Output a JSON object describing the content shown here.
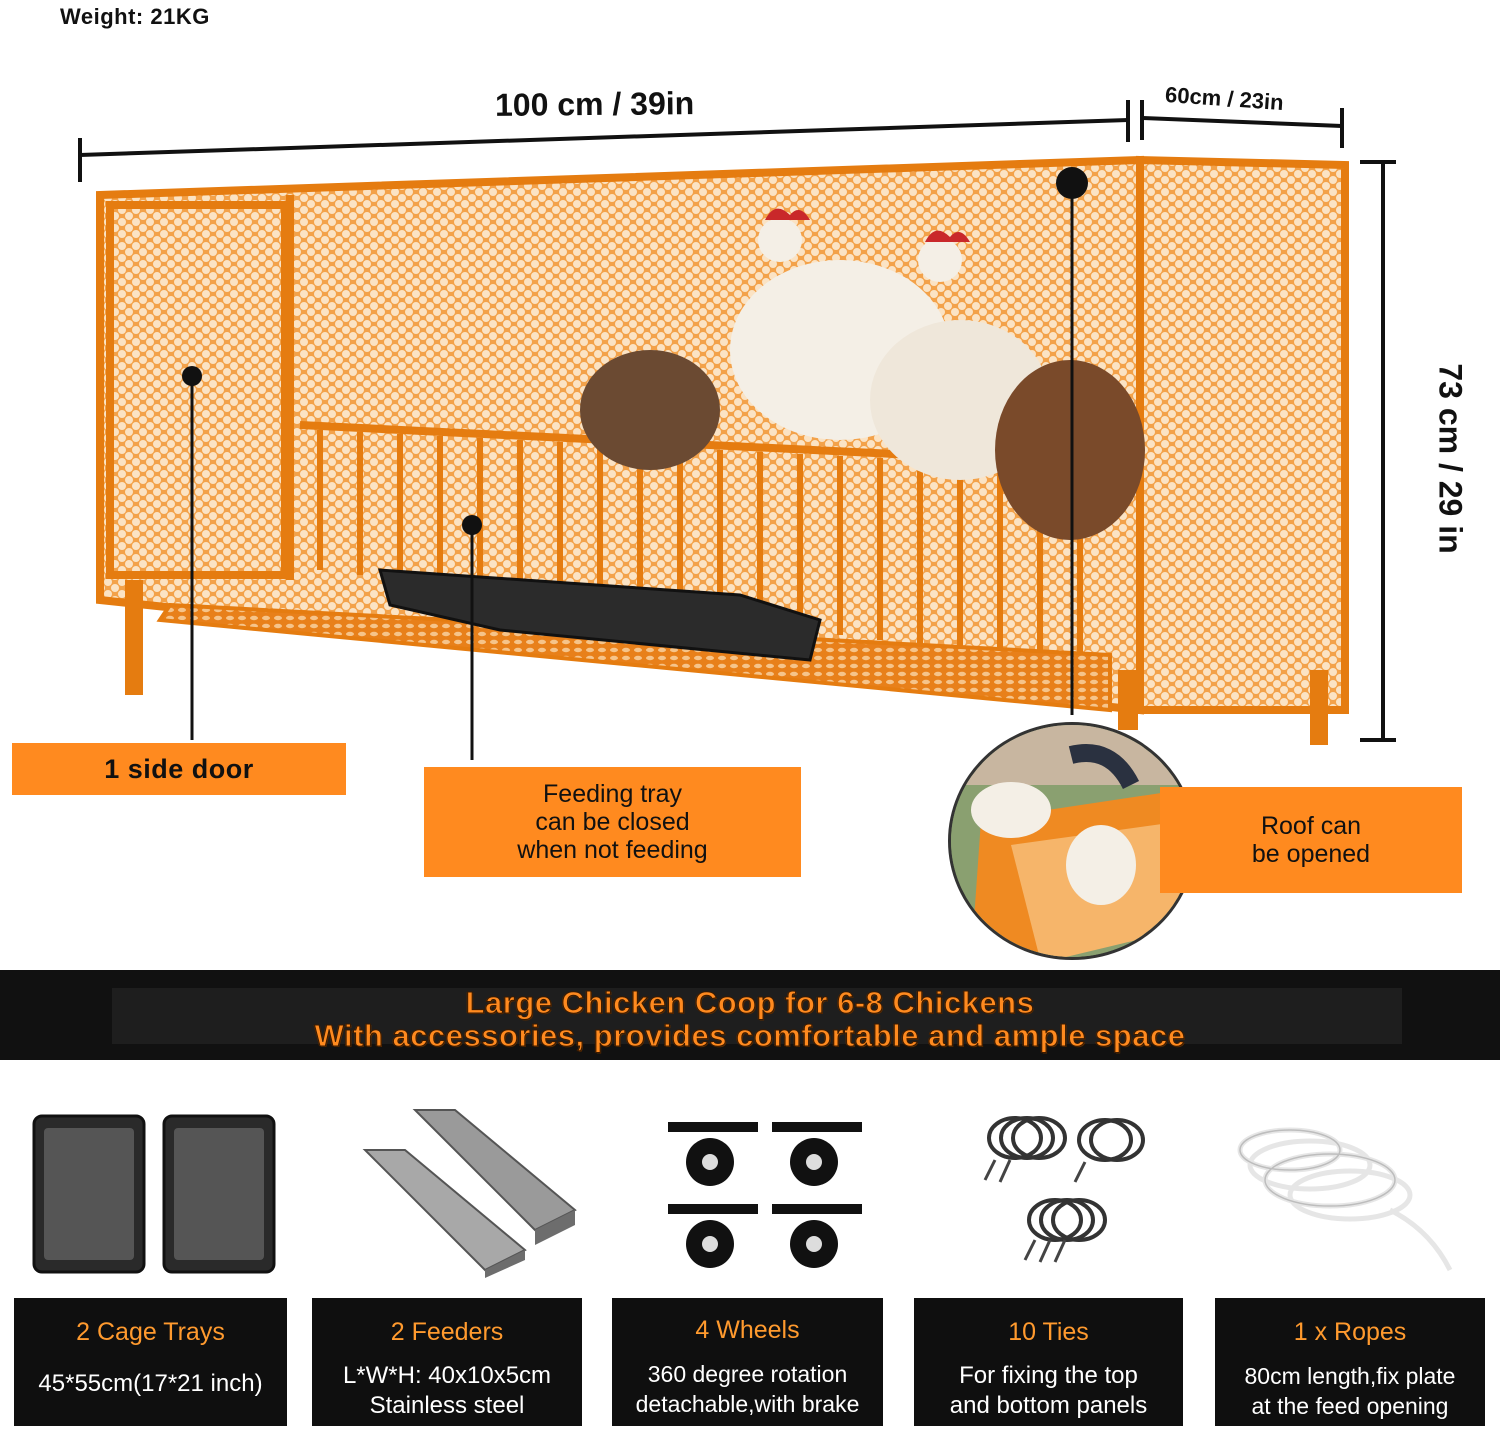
{
  "weight": "Weight: 21KG",
  "dimensions": {
    "width": "100 cm / 39in",
    "depth": "60cm / 23in",
    "height": "73 cm / 29 in"
  },
  "callouts": {
    "side_door": "1 side door",
    "feeding_tray": [
      "Feeding tray",
      "can be closed",
      "when not feeding"
    ],
    "roof": [
      "Roof can",
      "be opened"
    ]
  },
  "banner": {
    "line1": "Large Chicken Coop for 6-8 Chickens",
    "line2": "With accessories, provides comfortable and ample space"
  },
  "accessories": [
    {
      "title": "2 Cage Trays",
      "lines": [
        "45*55cm(17*21 inch)"
      ],
      "icon": "cage-tray-icon"
    },
    {
      "title": "2 Feeders",
      "lines": [
        "L*W*H: 40x10x5cm",
        "Stainless steel"
      ],
      "icon": "feeder-icon"
    },
    {
      "title": "4  Wheels",
      "lines": [
        "360 degree rotation",
        "detachable,with brake"
      ],
      "icon": "wheel-icon"
    },
    {
      "title": "10 Ties",
      "lines": [
        "For fixing the top",
        "and bottom panels"
      ],
      "icon": "cable-tie-icon"
    },
    {
      "title": "1 x Ropes",
      "lines": [
        "80cm length,fix plate",
        "at the feed opening"
      ],
      "icon": "rope-icon"
    }
  ],
  "colors": {
    "accent_orange": "#ff8a1f",
    "coop_orange": "#f08a1c",
    "banner_bg": "#111111",
    "accessory_box_bg": "#0f0f0f",
    "accessory_title": "#ff9a2e"
  }
}
